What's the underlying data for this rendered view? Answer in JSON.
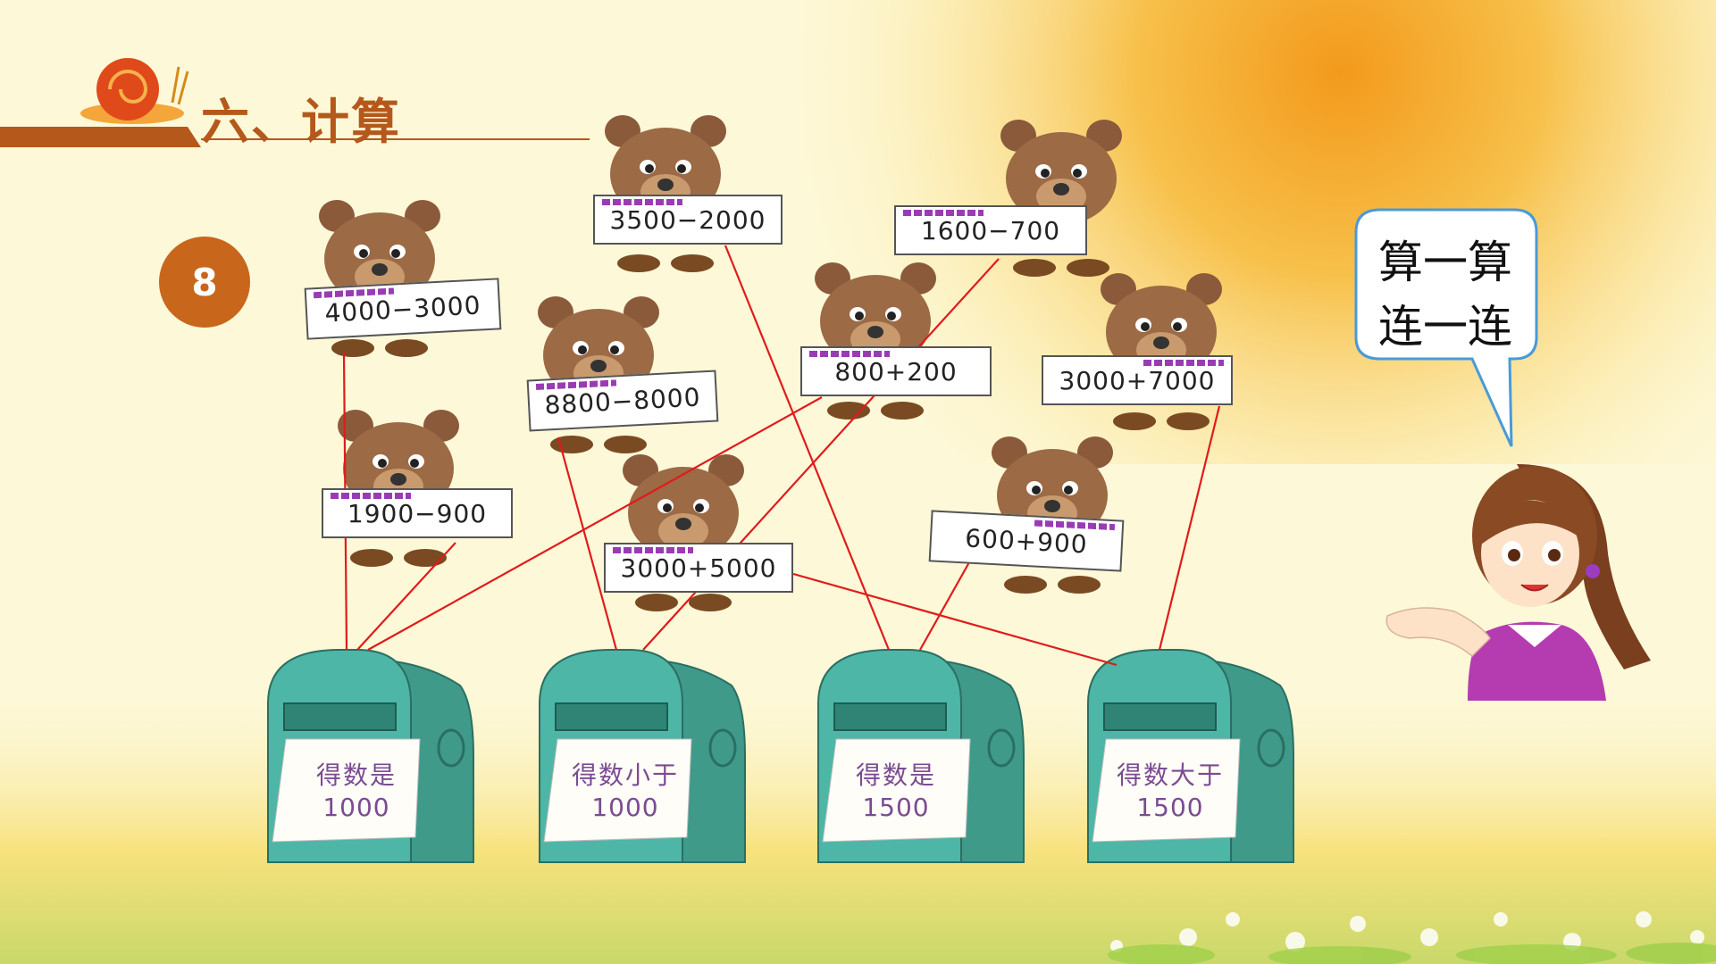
{
  "slide": {
    "title": "六、计算",
    "question_number": "8",
    "speech_bubble": [
      "算一算",
      "连一连"
    ]
  },
  "expressions": [
    {
      "id": "e1",
      "text": "4000−3000"
    },
    {
      "id": "e2",
      "text": "3500−2000"
    },
    {
      "id": "e3",
      "text": "1600−700"
    },
    {
      "id": "e4",
      "text": "8800−8000"
    },
    {
      "id": "e5",
      "text": "800+200"
    },
    {
      "id": "e6",
      "text": "3000+7000"
    },
    {
      "id": "e7",
      "text": "1900−900"
    },
    {
      "id": "e8",
      "text": "3000+5000"
    },
    {
      "id": "e9",
      "text": "600+900"
    }
  ],
  "mailboxes": [
    {
      "id": "m1",
      "line1": "得数是",
      "line2": "1000"
    },
    {
      "id": "m2",
      "line1": "得数小于",
      "line2": "1000"
    },
    {
      "id": "m3",
      "line1": "得数是",
      "line2": "1500"
    },
    {
      "id": "m4",
      "line1": "得数大于",
      "line2": "1500"
    }
  ],
  "connections": [
    [
      "e1",
      "m1"
    ],
    [
      "e7",
      "m1"
    ],
    [
      "e5",
      "m1"
    ],
    [
      "e4",
      "m2"
    ],
    [
      "e3",
      "m2"
    ],
    [
      "e2",
      "m3"
    ],
    [
      "e9",
      "m3"
    ],
    [
      "e8",
      "m4"
    ],
    [
      "e6",
      "m4"
    ]
  ],
  "colors": {
    "title": "#b5581c",
    "badge": "#c8661c",
    "line": "#e01b1b",
    "mailbox": "#4db6a6",
    "note_text": "#7b4b92"
  }
}
